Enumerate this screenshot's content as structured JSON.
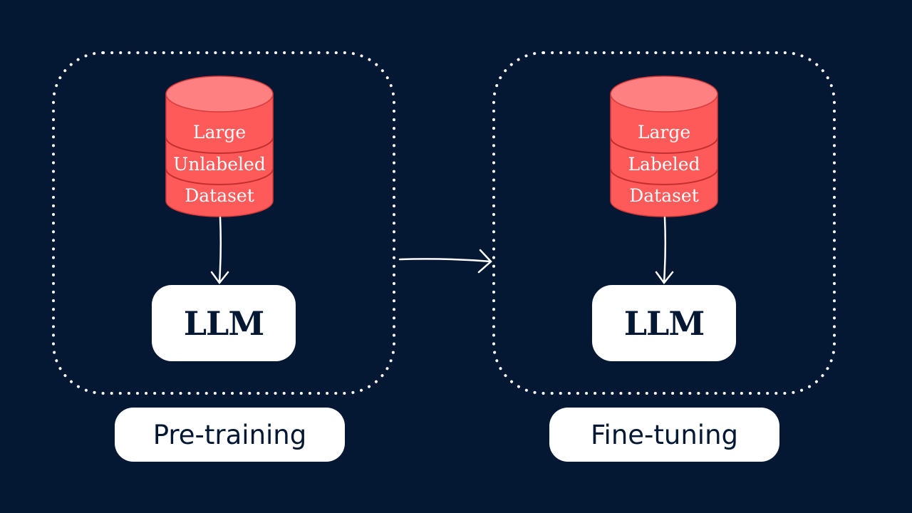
{
  "colors": {
    "background": "#041833",
    "database": "#ff5a5a",
    "database_top": "#ff8080",
    "box": "#ffffff",
    "text_dark": "#041833"
  },
  "stages": [
    {
      "label": "Pre-training",
      "dataset": {
        "line1": "Large",
        "line2": "Unlabeled",
        "line3": "Dataset"
      },
      "model": "LLM"
    },
    {
      "label": "Fine-tuning",
      "dataset": {
        "line1": "Large",
        "line2": "Labeled",
        "line3": "Dataset"
      },
      "model": "LLM"
    }
  ]
}
